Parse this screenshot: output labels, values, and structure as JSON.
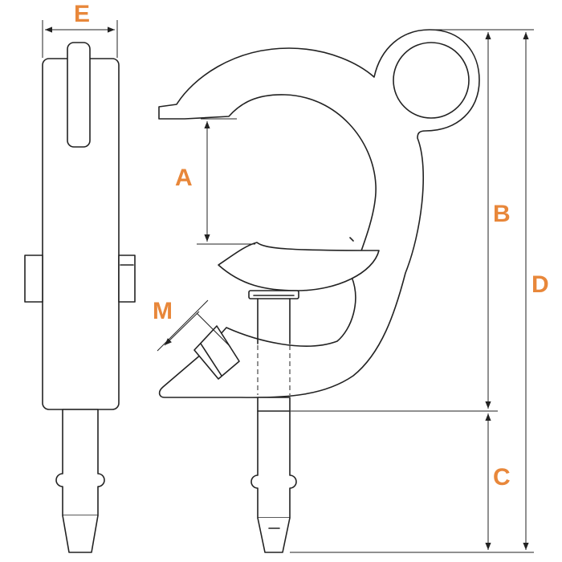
{
  "dimensions": {
    "E": "E",
    "A": "A",
    "M": "M",
    "B": "B",
    "C": "C",
    "D": "D"
  },
  "label_color": "#e8873a",
  "line_color": "#222222"
}
